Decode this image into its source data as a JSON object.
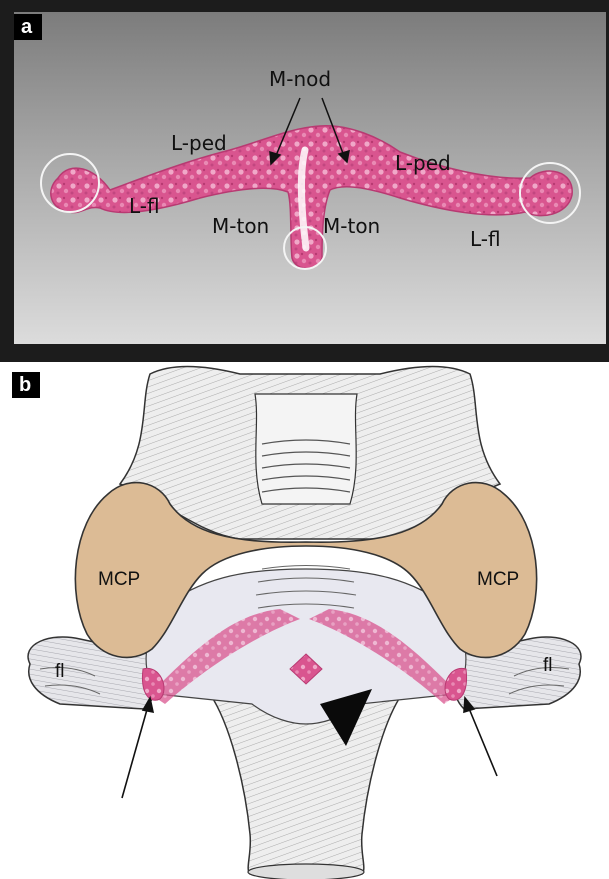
{
  "panel_a": {
    "letter": "a",
    "labels": {
      "m_nod": "M-nod",
      "l_ped_left": "L-ped",
      "l_ped_right": "L-ped",
      "l_fl_left": "L-fl",
      "l_fl_right": "L-fl",
      "m_ton_left": "M-ton",
      "m_ton_right": "M-ton"
    }
  },
  "panel_b": {
    "letter": "b",
    "labels": {
      "mcp_left": "MCP",
      "mcp_right": "MCP",
      "fl_left": "fl",
      "fl_right": "fl"
    }
  },
  "colors": {
    "specimen_pink": "#d9558f",
    "mcp_fill": "#dcbb95",
    "background_gray": "#b8b8b8"
  }
}
